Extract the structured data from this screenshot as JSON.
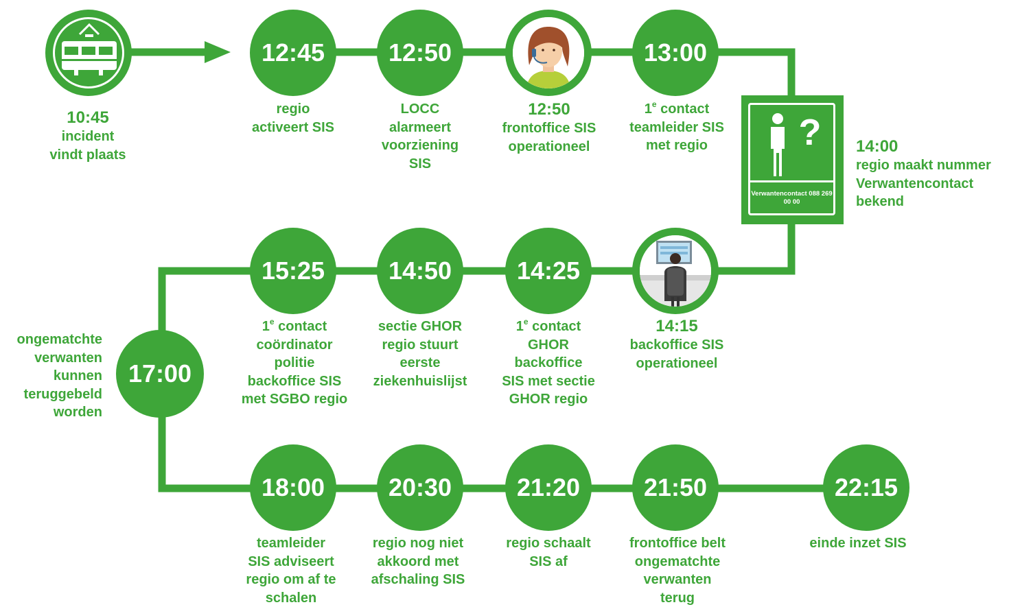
{
  "colors": {
    "accent": "#3ea639",
    "background": "#ffffff"
  },
  "start": {
    "icon": "tram-icon",
    "time": "10:45",
    "lines": [
      "incident",
      "vindt plaats"
    ]
  },
  "row1": [
    {
      "time": "12:45",
      "lines": [
        "regio",
        "activeert SIS"
      ]
    },
    {
      "time": "12:50",
      "lines": [
        "LOCC",
        "alarmeert",
        "voorziening",
        "SIS"
      ]
    },
    {
      "icon": "frontoffice-operator-icon",
      "time": "12:50",
      "lines": [
        "frontoffice SIS",
        "operationeel"
      ]
    },
    {
      "time": "13:00",
      "lines_sup": {
        "first": "1",
        "sup": "e",
        "rest": " contact"
      },
      "lines": [
        "teamleider SIS",
        "met regio"
      ]
    }
  ],
  "sign": {
    "icon": "person-question-icon",
    "line1": "Verwantencontact",
    "line2": "088 269 00 00",
    "time": "14:00",
    "lines": [
      "regio maakt nummer",
      "Verwantencontact",
      "bekend"
    ]
  },
  "row2": [
    {
      "icon": "backoffice-operator-icon",
      "time": "14:15",
      "lines": [
        "backoffice SIS",
        "operationeel"
      ]
    },
    {
      "time": "14:25",
      "lines_sup": {
        "first": "1",
        "sup": "e",
        "rest": " contact"
      },
      "lines": [
        "GHOR",
        "backoffice",
        "SIS met sectie",
        "GHOR regio"
      ]
    },
    {
      "time": "14:50",
      "lines": [
        "sectie GHOR",
        "regio stuurt",
        "eerste",
        "ziekenhuislijst"
      ]
    },
    {
      "time": "15:25",
      "lines_sup": {
        "first": "1",
        "sup": "e",
        "rest": " contact"
      },
      "lines": [
        "coördinator",
        "politie",
        "backoffice SIS",
        "met SGBO regio"
      ]
    }
  ],
  "pivot": {
    "time": "17:00",
    "lines": [
      "ongematchte",
      "verwanten",
      "kunnen",
      "teruggebeld",
      "worden"
    ]
  },
  "row3": [
    {
      "time": "18:00",
      "lines": [
        "teamleider",
        "SIS adviseert",
        "regio om af te",
        "schalen"
      ]
    },
    {
      "time": "20:30",
      "lines": [
        "regio nog niet",
        "akkoord met",
        "afschaling SIS"
      ]
    },
    {
      "time": "21:20",
      "lines": [
        "regio schaalt",
        "SIS af"
      ]
    },
    {
      "time": "21:50",
      "lines": [
        "frontoffice belt",
        "ongematchte",
        "verwanten",
        "terug"
      ]
    },
    {
      "time": "22:15",
      "lines": [
        "einde inzet SIS"
      ]
    }
  ]
}
